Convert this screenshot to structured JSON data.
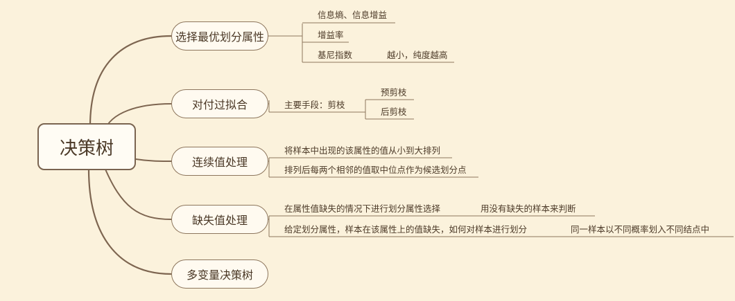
{
  "root": {
    "label": "决策树"
  },
  "branches": [
    {
      "label": "选择最优划分属性",
      "items": [
        {
          "label": "信息熵、信息增益"
        },
        {
          "label": "增益率"
        },
        {
          "label": "基尼指数",
          "child": {
            "label": "越小，纯度越高"
          }
        }
      ]
    },
    {
      "label": "对付过拟合",
      "items": [
        {
          "label": "主要手段：剪枝",
          "children": [
            {
              "label": "预剪枝"
            },
            {
              "label": "后剪枝"
            }
          ]
        }
      ]
    },
    {
      "label": "连续值处理",
      "items": [
        {
          "label": "将样本中出现的该属性的值从小到大排列"
        },
        {
          "label": "排列后每两个相邻的值取中位点作为候选划分点"
        }
      ]
    },
    {
      "label": "缺失值处理",
      "items": [
        {
          "label": "在属性值缺失的情况下进行划分属性选择",
          "child": {
            "label": "用没有缺失的样本来判断"
          }
        },
        {
          "label": "给定划分属性，样本在该属性上的值缺失，如何对样本进行划分",
          "child": {
            "label": "同一样本以不同概率划入不同结点中"
          }
        }
      ]
    },
    {
      "label": "多变量决策树",
      "items": []
    }
  ],
  "colors": {
    "background": "#fbf2dc",
    "line": "#7d6550",
    "node_border": "#8c755c"
  }
}
